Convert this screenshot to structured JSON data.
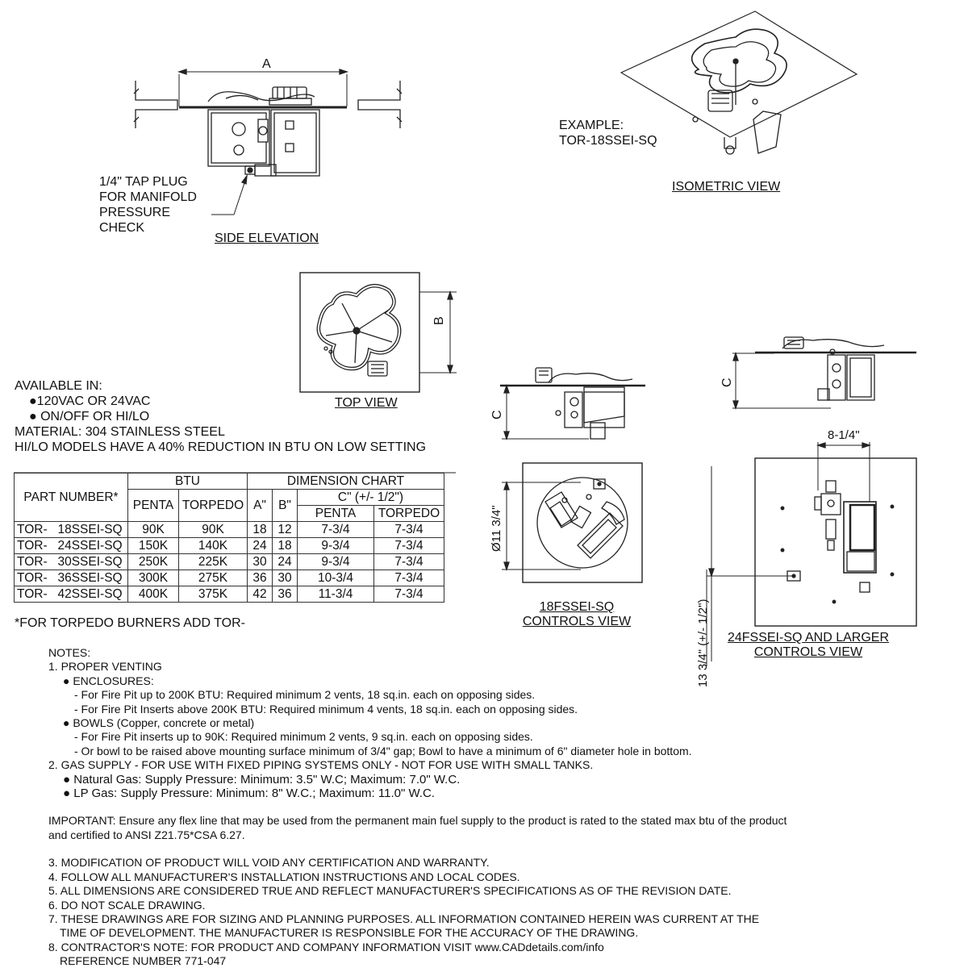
{
  "views": {
    "side_elevation": {
      "title": "SIDE ELEVATION",
      "dim_label": "A",
      "callout": [
        "1/4\" TAP PLUG",
        "FOR MANIFOLD",
        "PRESSURE",
        "CHECK"
      ]
    },
    "isometric": {
      "title": "ISOMETRIC VIEW",
      "example": [
        "EXAMPLE:",
        "TOR-18SSEI-SQ"
      ]
    },
    "top_view": {
      "title": "TOP VIEW",
      "dim_label": "B"
    },
    "controls_18": {
      "title": [
        "18FSSEI-SQ",
        "CONTROLS VIEW"
      ],
      "dim_c": "C",
      "dim_dia": "Ø11 3/4\""
    },
    "controls_24": {
      "title": [
        "24FSSEI-SQ AND LARGER",
        "CONTROLS VIEW"
      ],
      "dim_c": "C",
      "dim_width": "8-1/4\"",
      "dim_side": "13 3/4\" (+/- 1/2\")"
    }
  },
  "availability": [
    "AVAILABLE IN:",
    "  ●120VAC OR 24VAC",
    "  ● ON/OFF OR HI/LO",
    "MATERIAL: 304 STAINLESS STEEL",
    "HI/LO MODELS HAVE A 40% REDUCTION IN BTU ON LOW SETTING"
  ],
  "table": {
    "header_part": "PART NUMBER*",
    "header_btu": "BTU",
    "header_dim": "DIMENSION CHART",
    "header_c": "C\" (+/- 1/2\")",
    "col_penta": "PENTA",
    "col_torpedo": "TORPEDO",
    "col_a": "A\"",
    "col_b": "B\"",
    "rows": [
      {
        "prefix": "TOR-",
        "part": "18SSEI-SQ",
        "penta": "90K",
        "torpedo": "90K",
        "a": "18",
        "b": "12",
        "c_penta": "7-3/4",
        "c_torpedo": "7-3/4"
      },
      {
        "prefix": "TOR-",
        "part": "24SSEI-SQ",
        "penta": "150K",
        "torpedo": "140K",
        "a": "24",
        "b": "18",
        "c_penta": "9-3/4",
        "c_torpedo": "7-3/4"
      },
      {
        "prefix": "TOR-",
        "part": "30SSEI-SQ",
        "penta": "250K",
        "torpedo": "225K",
        "a": "30",
        "b": "24",
        "c_penta": "9-3/4",
        "c_torpedo": "7-3/4"
      },
      {
        "prefix": "TOR-",
        "part": "36SSEI-SQ",
        "penta": "300K",
        "torpedo": "275K",
        "a": "36",
        "b": "30",
        "c_penta": "10-3/4",
        "c_torpedo": "7-3/4"
      },
      {
        "prefix": "TOR-",
        "part": "42SSEI-SQ",
        "penta": "400K",
        "torpedo": "375K",
        "a": "42",
        "b": "36",
        "c_penta": "11-3/4",
        "c_torpedo": "7-3/4"
      }
    ],
    "footnote": "*FOR TORPEDO BURNERS ADD TOR-"
  },
  "notes": [
    "NOTES:",
    "1.  PROPER VENTING",
    "      ● ENCLOSURES:",
    "        - For Fire Pit up to 200K BTU: Required minimum 2 vents, 18 sq.in. each on opposing sides.",
    "        - For Fire Pit Inserts above 200K BTU: Required minimum 4 vents, 18 sq.in. each on opposing sides.",
    "      ● BOWLS (Copper, concrete or metal)",
    "        - For Fire Pit inserts up to 90K: Required minimum 2 vents, 9 sq.in. each on opposing sides.",
    "        - Or bowl to be raised above mounting surface minimum of 3/4\" gap; Bowl to have a  minimum of 6\" diameter hole in bottom.",
    "2.  GAS SUPPLY - FOR USE WITH FIXED PIPING SYSTEMS ONLY - NOT FOR USE WITH SMALL TANKS.",
    "      ● Natural Gas: Supply Pressure: Minimum: 3.5\" W.C; Maximum: 7.0\" W.C.",
    "      ● LP Gas: Supply Pressure: Minimum: 8\" W.C.; Maximum: 11.0\" W.C.",
    "",
    "IMPORTANT: Ensure any flex line that may be used from the permanent main fuel supply to the product is rated to the stated max btu of the product",
    "and certified to ANSI Z21.75*CSA 6.27.",
    "",
    "3.  MODIFICATION OF PRODUCT WILL VOID ANY CERTIFICATION AND WARRANTY.",
    "4.  FOLLOW ALL MANUFACTURER'S INSTALLATION INSTRUCTIONS AND LOCAL CODES.",
    "5.  ALL DIMENSIONS ARE CONSIDERED TRUE AND REFLECT MANUFACTURER'S SPECIFICATIONS AS OF THE REVISION DATE.",
    "6.  DO NOT SCALE DRAWING.",
    "7. THESE DRAWINGS ARE FOR SIZING AND PLANNING PURPOSES. ALL INFORMATION CONTAINED HEREIN WAS CURRENT AT THE",
    "      TIME OF DEVELOPMENT.  THE MANUFACTURER IS RESPONSIBLE FOR THE ACCURACY OF THE DRAWING.",
    "8. CONTRACTOR'S NOTE: FOR PRODUCT AND COMPANY INFORMATION VISIT www.CADdetails.com/info",
    "      REFERENCE NUMBER 771-047"
  ]
}
